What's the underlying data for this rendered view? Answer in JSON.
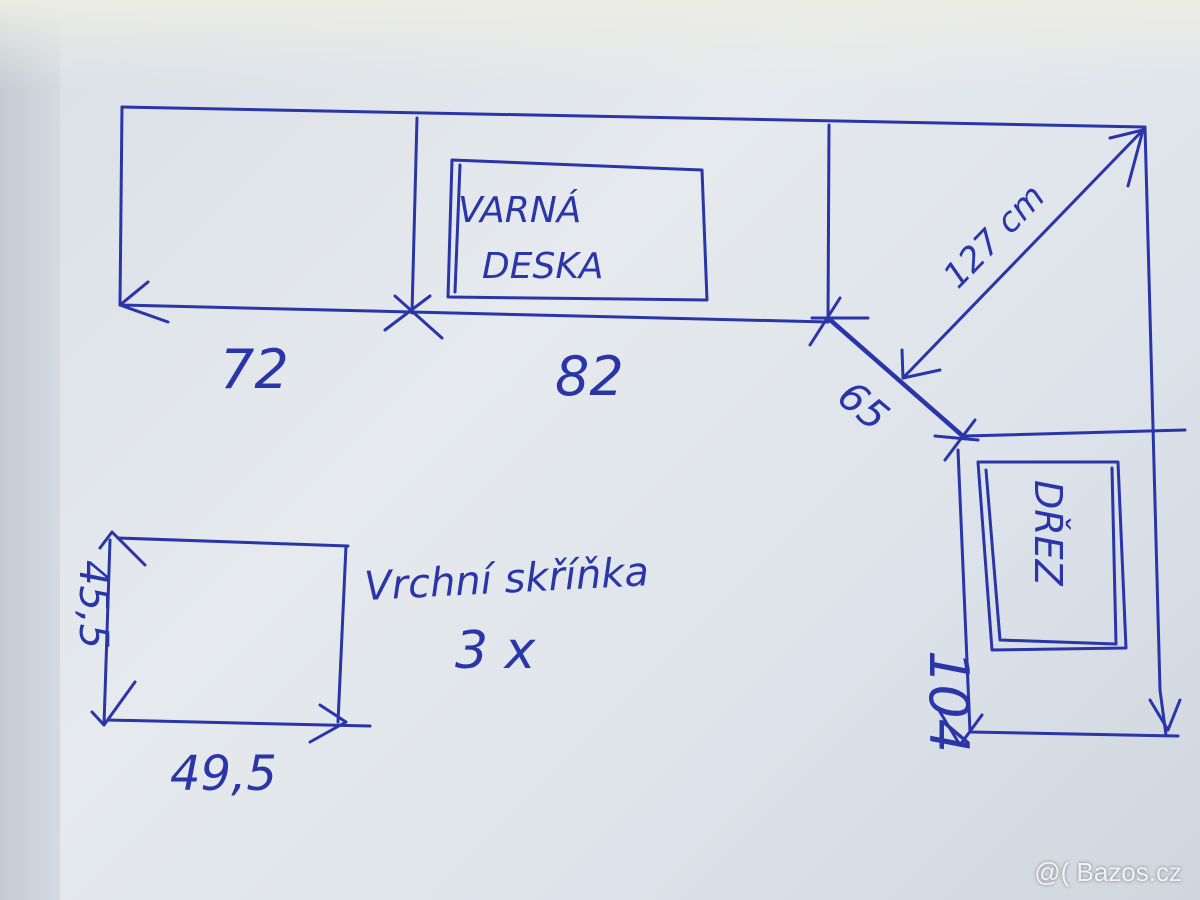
{
  "labels": {
    "hob_line1": "VARNÁ",
    "hob_line2": "DESKA",
    "diag_dim": "127 cm",
    "dim_72": "72",
    "dim_82": "82",
    "dim_65": "65",
    "dim_104": "104",
    "sink": "DŘEZ",
    "cabinet_title": "Vrchní skříňka",
    "cabinet_qty": "3 x",
    "dim_45_5": "45,5",
    "dim_49_5": "49,5"
  },
  "watermark": "@( Bazos.cz",
  "colors": {
    "ink": "#2a35a8",
    "paper": "#e3e7ec"
  }
}
